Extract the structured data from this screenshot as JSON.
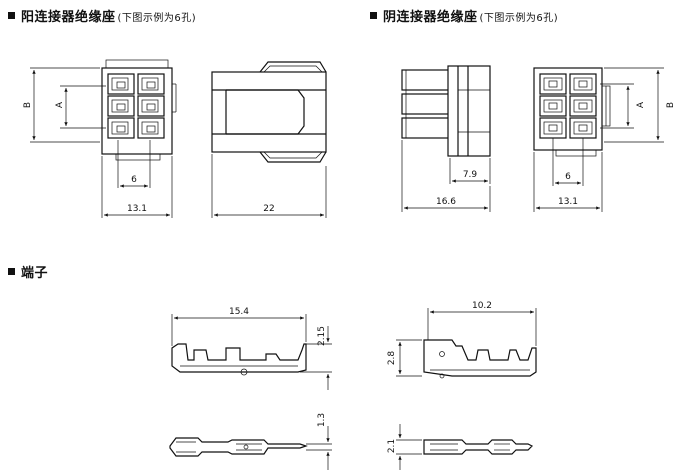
{
  "headings": {
    "male_title": "阳连接器绝缘座",
    "male_note": "(下图示例为6孔)",
    "female_title": "阴连接器绝缘座",
    "female_note": "(下图示例为6孔)",
    "terminal_title": "端子"
  },
  "dimensions": {
    "male_front_B": "B",
    "male_front_A": "A",
    "male_front_pitch": "6",
    "male_front_width": "13.1",
    "male_side_length": "22",
    "female_side_7_9": "7.9",
    "female_side_length": "16.6",
    "female_front_B": "B",
    "female_front_A": "A",
    "female_front_pitch": "6",
    "female_front_width": "13.1",
    "male_term_length": "15.4",
    "male_term_height": "2.15",
    "male_term_top_width": "1.3",
    "female_term_length": "10.2",
    "female_term_height": "2.8",
    "female_term_top_width": "2.1"
  }
}
